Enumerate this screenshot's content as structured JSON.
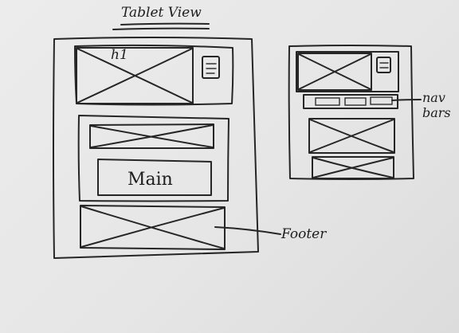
{
  "sketch": {
    "title": "Tablet View",
    "h1_label": "h1",
    "main_label": "Main",
    "footer_label": "Footer",
    "nav_label_line1": "nav",
    "nav_label_line2": "bars"
  }
}
